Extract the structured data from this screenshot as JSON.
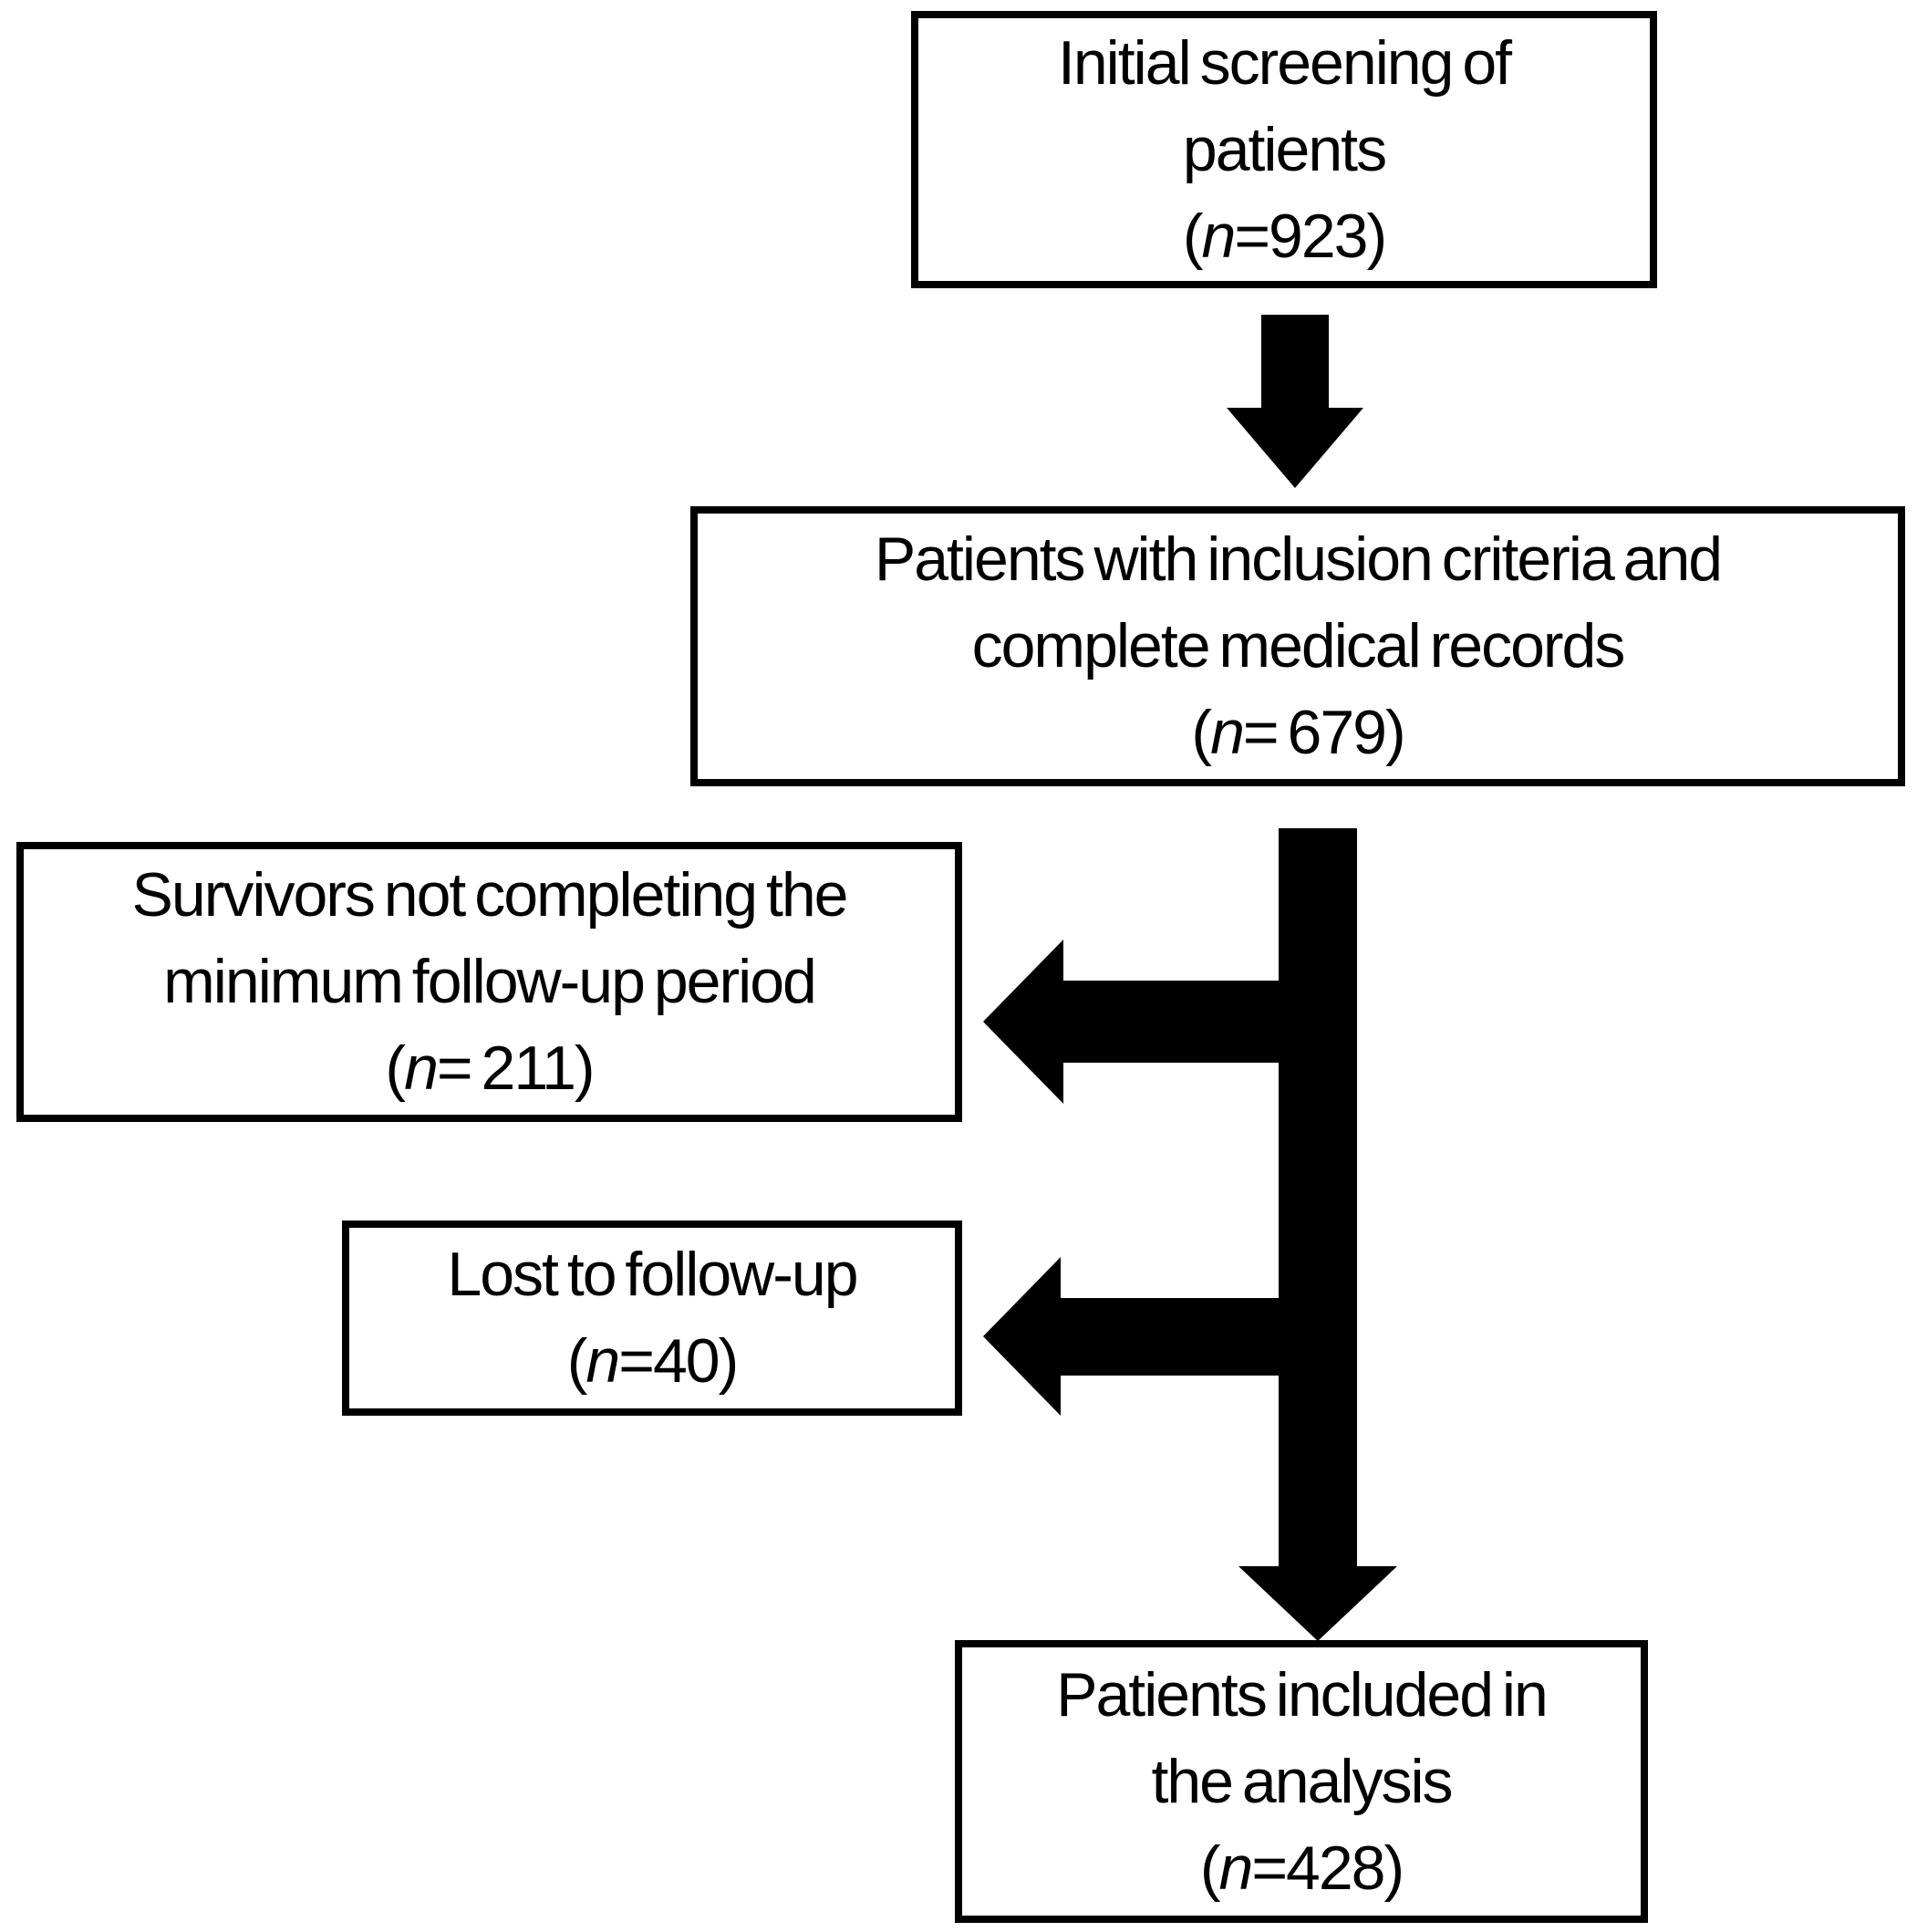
{
  "colors": {
    "ink": "#000000",
    "paper": "#ffffff"
  },
  "boxes": {
    "initial": {
      "lines": [
        "Initial screening of",
        "patients"
      ],
      "count": {
        "open": "(",
        "var": "n",
        "rest": "=923)"
      },
      "n": 923
    },
    "eligible": {
      "lines": [
        "Patients with inclusion criteria and",
        "complete medical records"
      ],
      "count": {
        "open": "(",
        "var": "n",
        "rest": "= 679)"
      },
      "n": 679
    },
    "survivors": {
      "lines": [
        "Survivors not completing the",
        "minimum follow-up period"
      ],
      "count": {
        "open": "(",
        "var": "n",
        "rest": "= 211)"
      },
      "n": 211
    },
    "lost": {
      "lines": [
        "Lost to follow-up"
      ],
      "count": {
        "open": "(",
        "var": "n",
        "rest": "=40)"
      },
      "n": 40
    },
    "final": {
      "lines": [
        "Patients included in",
        "the analysis"
      ],
      "count": {
        "open": "(",
        "var": "n",
        "rest": "=428)"
      },
      "n": 428
    }
  }
}
